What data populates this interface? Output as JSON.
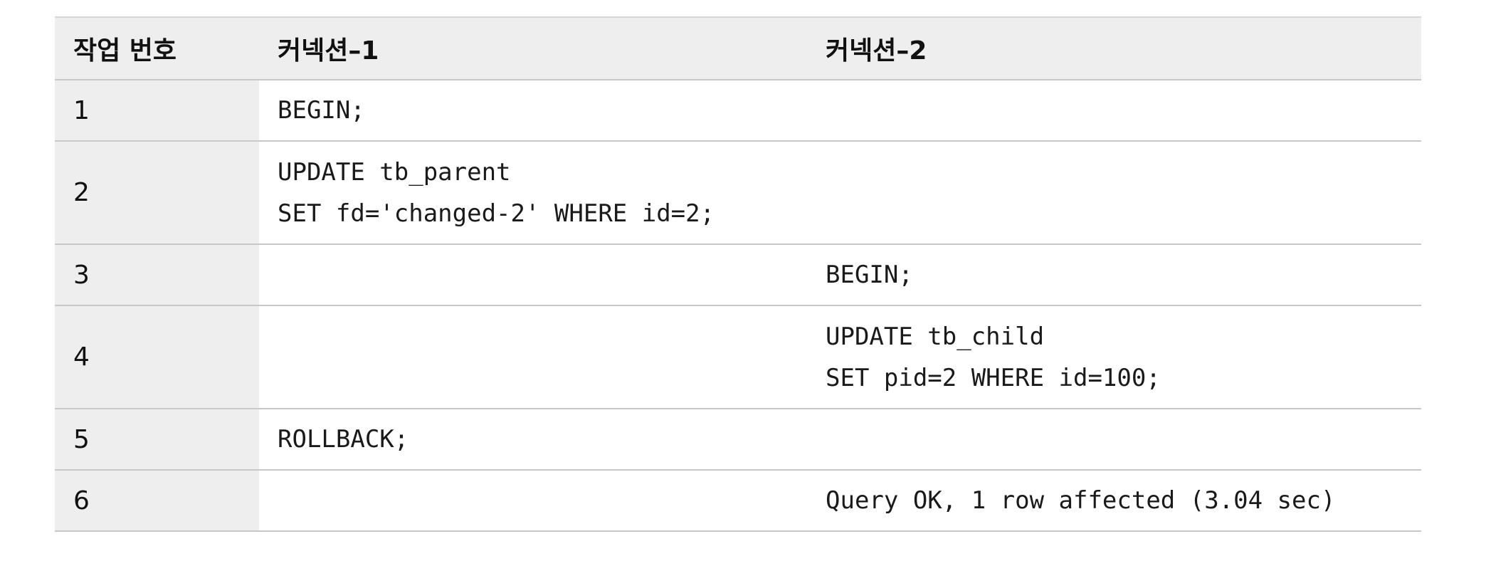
{
  "header": {
    "col_step": "작업 번호",
    "col_conn1": "커넥션–1",
    "col_conn2": "커넥션–2"
  },
  "rows": [
    {
      "step": "1",
      "conn1": [
        "BEGIN;"
      ],
      "conn2": []
    },
    {
      "step": "2",
      "conn1": [
        "UPDATE tb_parent",
        "SET fd='changed-2' WHERE id=2;"
      ],
      "conn2": []
    },
    {
      "step": "3",
      "conn1": [],
      "conn2": [
        "BEGIN;"
      ]
    },
    {
      "step": "4",
      "conn1": [],
      "conn2": [
        "UPDATE tb_child",
        "SET pid=2 WHERE id=100;"
      ]
    },
    {
      "step": "5",
      "conn1": [
        "ROLLBACK;"
      ],
      "conn2": []
    },
    {
      "step": "6",
      "conn1": [],
      "conn2": [
        "Query OK, 1 row affected (3.04 sec)"
      ]
    }
  ]
}
